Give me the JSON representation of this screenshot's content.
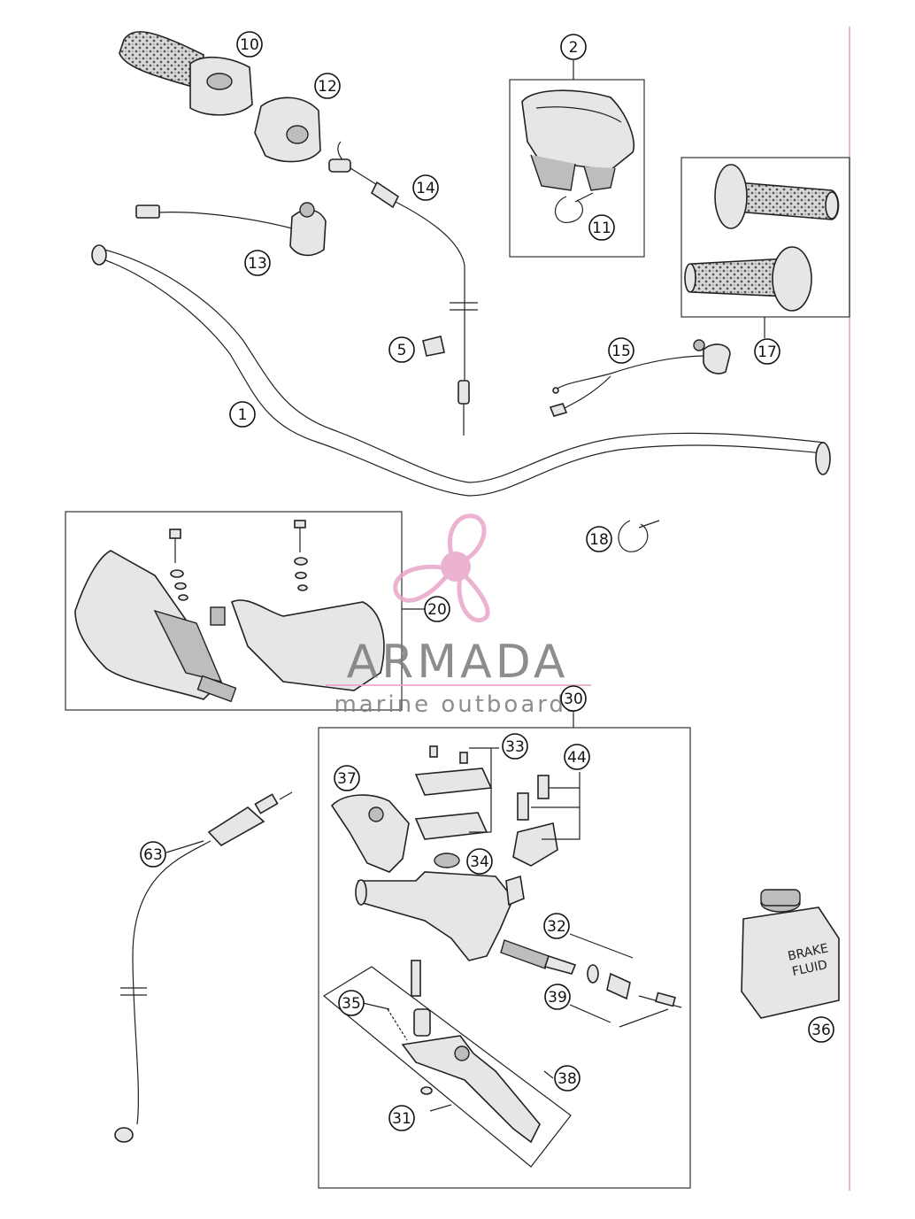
{
  "callouts": [
    {
      "id": "c1",
      "label": "1"
    },
    {
      "id": "c2",
      "label": "2"
    },
    {
      "id": "c5",
      "label": "5"
    },
    {
      "id": "c10",
      "label": "10"
    },
    {
      "id": "c11",
      "label": "11"
    },
    {
      "id": "c12",
      "label": "12"
    },
    {
      "id": "c13",
      "label": "13"
    },
    {
      "id": "c14",
      "label": "14"
    },
    {
      "id": "c15",
      "label": "15"
    },
    {
      "id": "c17",
      "label": "17"
    },
    {
      "id": "c18",
      "label": "18"
    },
    {
      "id": "c20",
      "label": "20"
    },
    {
      "id": "c30",
      "label": "30"
    },
    {
      "id": "c31",
      "label": "31"
    },
    {
      "id": "c32",
      "label": "32"
    },
    {
      "id": "c33",
      "label": "33"
    },
    {
      "id": "c34",
      "label": "34"
    },
    {
      "id": "c35",
      "label": "35"
    },
    {
      "id": "c36",
      "label": "36"
    },
    {
      "id": "c37",
      "label": "37"
    },
    {
      "id": "c38",
      "label": "38"
    },
    {
      "id": "c39",
      "label": "39"
    },
    {
      "id": "c44",
      "label": "44"
    },
    {
      "id": "c63",
      "label": "63"
    }
  ],
  "watermark": {
    "brand": "ARMADA",
    "tagline": "marine outboards",
    "logo_color": "#e8a6c8"
  },
  "brake_fluid_label": {
    "line1": "BRAKE",
    "line2": "FLUID"
  },
  "colors": {
    "line": "#222222",
    "accent_rule": "#f0b8c8"
  }
}
